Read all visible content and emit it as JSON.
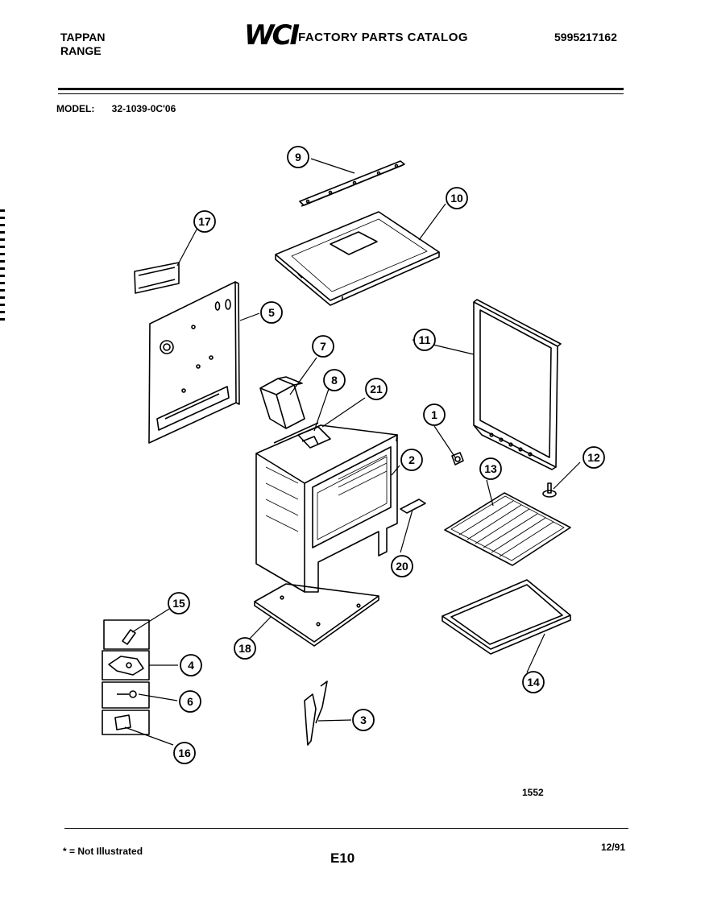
{
  "header": {
    "brand_line1": "TAPPAN",
    "brand_line2": "RANGE",
    "logo_text": "WCI",
    "catalog_title": "FACTORY PARTS CATALOG",
    "catalog_number": "5995217162"
  },
  "model": {
    "label": "MODEL:",
    "value": "32-1039-0C'06"
  },
  "diagram": {
    "figure_number": "1552",
    "callouts": [
      {
        "id": "callout-9",
        "label": "9"
      },
      {
        "id": "callout-10",
        "label": "10"
      },
      {
        "id": "callout-17",
        "label": "17"
      },
      {
        "id": "callout-5",
        "label": "5"
      },
      {
        "id": "callout-11",
        "label": "11"
      },
      {
        "id": "callout-7",
        "label": "7"
      },
      {
        "id": "callout-8",
        "label": "8"
      },
      {
        "id": "callout-21",
        "label": "21"
      },
      {
        "id": "callout-1",
        "label": "1"
      },
      {
        "id": "callout-2",
        "label": "2"
      },
      {
        "id": "callout-12",
        "label": "12"
      },
      {
        "id": "callout-13",
        "label": "13"
      },
      {
        "id": "callout-20",
        "label": "20"
      },
      {
        "id": "callout-15",
        "label": "15"
      },
      {
        "id": "callout-4",
        "label": "4"
      },
      {
        "id": "callout-6",
        "label": "6"
      },
      {
        "id": "callout-16",
        "label": "16"
      },
      {
        "id": "callout-18",
        "label": "18"
      },
      {
        "id": "callout-14",
        "label": "14"
      },
      {
        "id": "callout-3",
        "label": "3"
      }
    ]
  },
  "footer": {
    "note": "* = Not Illustrated",
    "page_code": "E10",
    "date": "12/91"
  }
}
